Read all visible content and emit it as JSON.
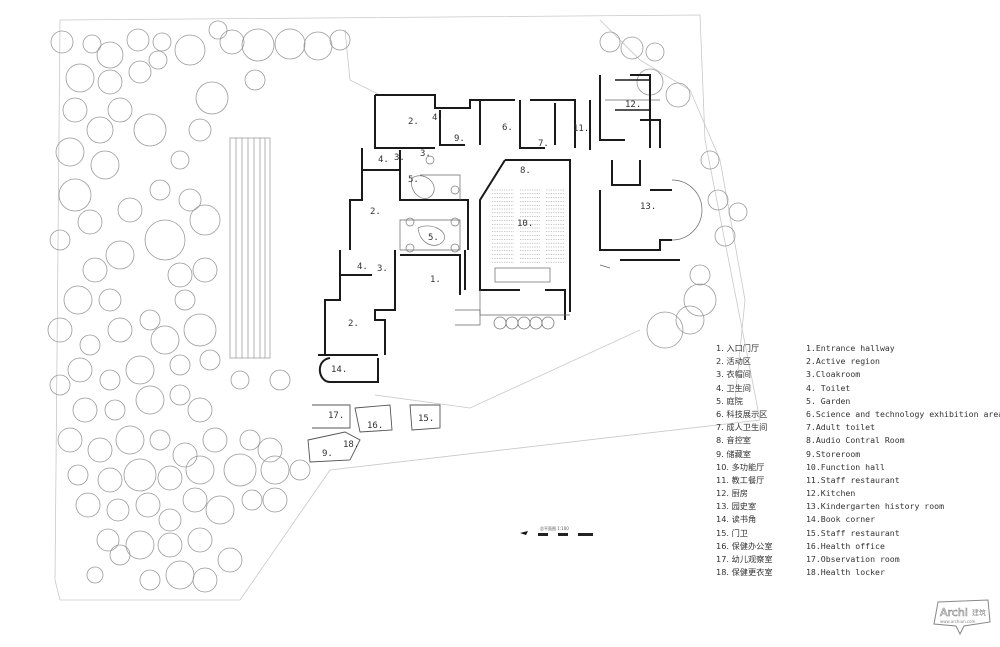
{
  "room_labels": [
    "1.",
    "2.",
    "2.",
    "2.",
    "3.",
    "3.",
    "3.",
    "4.",
    "4.",
    "4.",
    "5.",
    "5.",
    "6.",
    "7.",
    "8.",
    "9.",
    "9.",
    "10.",
    "11.",
    "12.",
    "13.",
    "14.",
    "15.",
    "16.",
    "17.",
    "18."
  ],
  "legend": [
    {
      "zh": "1. 入口门厅",
      "en": "1.Entrance hallway"
    },
    {
      "zh": "2. 活动区",
      "en": "2.Active region"
    },
    {
      "zh": "3. 衣帽间",
      "en": "3.Cloakroom"
    },
    {
      "zh": "4. 卫生间",
      "en": "4. Toilet"
    },
    {
      "zh": "5. 庭院",
      "en": "5. Garden"
    },
    {
      "zh": "6. 科技展示区",
      "en": "6.Science and technology exhibition area"
    },
    {
      "zh": "7. 成人卫生间",
      "en": "7.Adult toilet"
    },
    {
      "zh": "8. 音控室",
      "en": "8.Audio Contral Room"
    },
    {
      "zh": "9. 储藏室",
      "en": "9.Storeroom"
    },
    {
      "zh": "10. 多功能厅",
      "en": "10.Function hall"
    },
    {
      "zh": "11. 教工餐厅",
      "en": "11.Staff restaurant"
    },
    {
      "zh": "12. 厨房",
      "en": "12.Kitchen"
    },
    {
      "zh": "13. 园史室",
      "en": "13.Kindergarten history room"
    },
    {
      "zh": "14. 读书角",
      "en": "14.Book corner"
    },
    {
      "zh": "15. 门卫",
      "en": "15.Staff restaurant"
    },
    {
      "zh": "16. 保健办公室",
      "en": "16.Health office"
    },
    {
      "zh": "17. 幼儿观察室",
      "en": "17.Observation room"
    },
    {
      "zh": "18. 保健更衣室",
      "en": "18.Health locker"
    }
  ],
  "scale_bar": {
    "label": "总平面图 1:100"
  },
  "watermark": {
    "brand": "Archi",
    "brand_cn": "建筑",
    "site": "www.archiun.com"
  }
}
